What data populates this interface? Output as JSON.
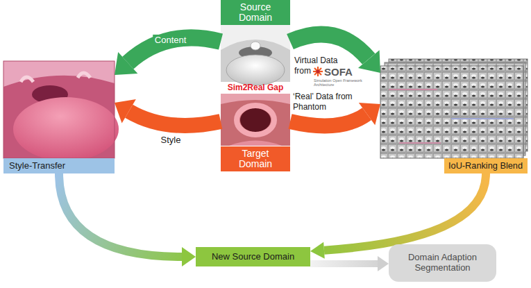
{
  "diagram": {
    "nodes": [
      {
        "text": [
          "Source Domain"
        ]
      },
      {
        "text": [
          "Style-Transfer"
        ]
      },
      {
        "text": [
          "IoU-Ranking Blend"
        ]
      },
      {
        "text": [
          "Target Domain"
        ]
      },
      {
        "text": [
          "New Source Domain"
        ]
      },
      {
        "text": [
          "Domain Adaption Segmentation"
        ]
      }
    ],
    "edges": [
      {
        "from": 0,
        "to": 1,
        "arrow": "to",
        "label": "Content"
      },
      {
        "from": 0,
        "to": 2,
        "arrow": "to",
        "label": "Virtual Data from"
      },
      {
        "from": 3,
        "to": 1,
        "arrow": "to",
        "label": "Style"
      },
      {
        "from": 3,
        "to": 2,
        "arrow": "to",
        "label": "‘Real’ Data from Phantom"
      },
      {
        "from": 1,
        "to": 4,
        "arrow": "to"
      },
      {
        "from": 2,
        "to": 4,
        "arrow": "to"
      },
      {
        "from": 4,
        "to": 5,
        "arrow": "to"
      }
    ],
    "labels": [
      "Sim2Real Gap",
      "SOFA",
      "Simulation Open Framework Architecture"
    ]
  }
}
